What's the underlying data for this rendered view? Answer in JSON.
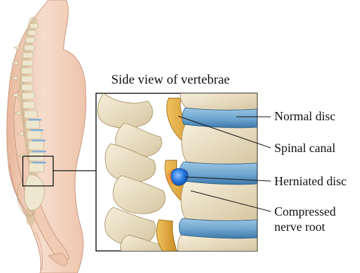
{
  "title": "Side view of vertebrae",
  "labels": {
    "normal_disc": "Normal disc",
    "spinal_canal": "Spinal canal",
    "herniated_disc": "Herniated disc",
    "compressed_line1": "Compressed",
    "compressed_line2": "nerve root"
  },
  "colors": {
    "skin": "#f2d2bb",
    "skin_shadow": "#e4b49a",
    "bone": "#ece1c6",
    "bone_shadow": "#cdbd95",
    "disc": "#6ea6cf",
    "disc_dark": "#3c76a9",
    "nerve": "#dba339",
    "nerve_dark": "#a87016",
    "hernia": "#1f6fd0",
    "inflamed": "#e2551e"
  }
}
